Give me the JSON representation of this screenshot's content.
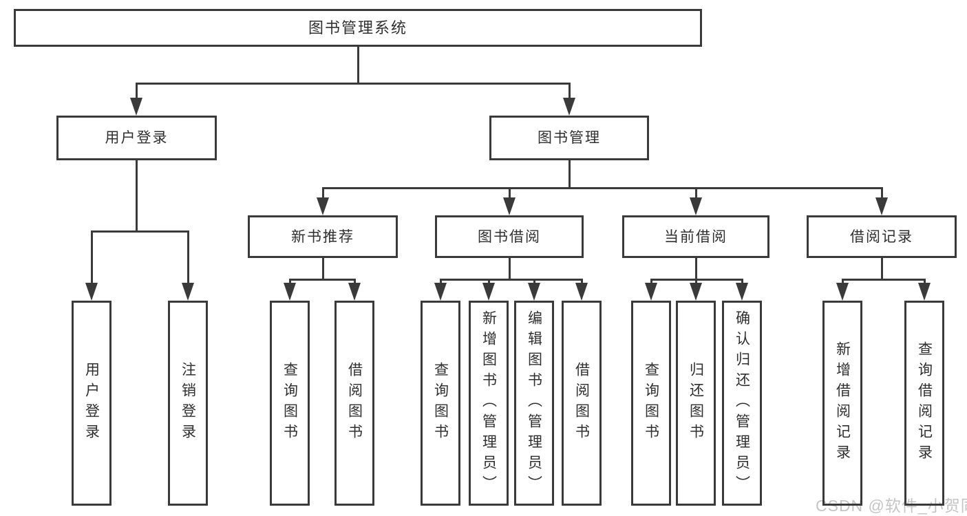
{
  "diagram": {
    "type": "function-structure-tree",
    "watermark": "CSDN @软件_小贺同学",
    "colors": {
      "line": "#3a3a3a",
      "text": "#2f2f2f",
      "watermark": "#c4c4c4"
    },
    "tree": {
      "root": "图书管理系统",
      "children": [
        {
          "label": "用户登录",
          "children": [
            "用户登录",
            "注销登录"
          ]
        },
        {
          "label": "图书管理",
          "children": [
            {
              "label": "新书推荐",
              "children": [
                "查询图书",
                "借阅图书"
              ]
            },
            {
              "label": "图书借阅",
              "children": [
                "查询图书",
                "新增图书（管理员）",
                "编辑图书（管理员）",
                "借阅图书"
              ]
            },
            {
              "label": "当前借阅",
              "children": [
                "查询图书",
                "归还图书",
                "确认归还（管理员）"
              ]
            },
            {
              "label": "借阅记录",
              "children": [
                "新增借阅记录",
                "查询借阅记录"
              ]
            }
          ]
        }
      ]
    }
  }
}
